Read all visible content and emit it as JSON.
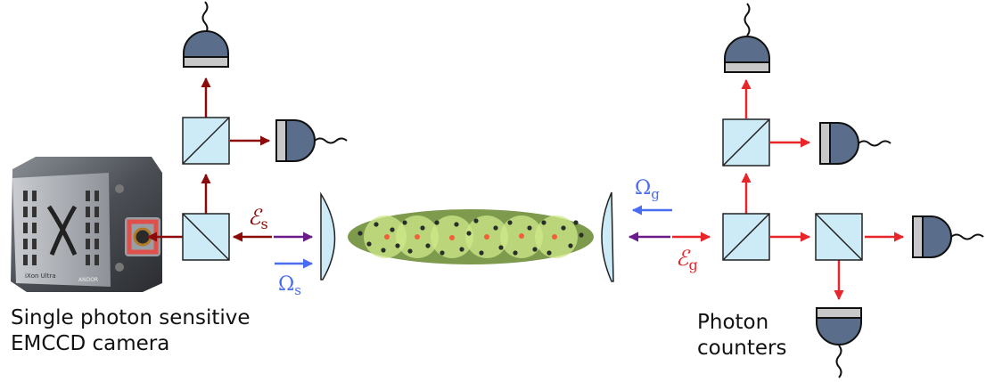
{
  "captions": {
    "camera_line1": "Single photon sensitive",
    "camera_line2": "EMCCD camera",
    "counters_line1": "Photon",
    "counters_line2": "counters"
  },
  "camera": {
    "model_label": "iXon Ultra",
    "brand_label": "ANDOR"
  },
  "fields": {
    "probe_signal": {
      "symbol": "ℰ",
      "subscript": "s"
    },
    "probe_ground": {
      "symbol": "ℰ",
      "subscript": "g"
    },
    "control_signal": {
      "symbol": "Ω",
      "subscript": "s"
    },
    "control_ground": {
      "symbol": "Ω",
      "subscript": "g"
    }
  },
  "colors": {
    "dark_red": "#8b0a0a",
    "red": "#e8262a",
    "blue": "#4a6cf0",
    "purple": "#6a1c8a",
    "splitter_fill": "#cdeaf7",
    "detector_fill": "#5a6e8c",
    "detector_band": "#c8c8c8",
    "cloud_fill": "#6f8f3a",
    "superatom_fill": "#cfe88a"
  }
}
